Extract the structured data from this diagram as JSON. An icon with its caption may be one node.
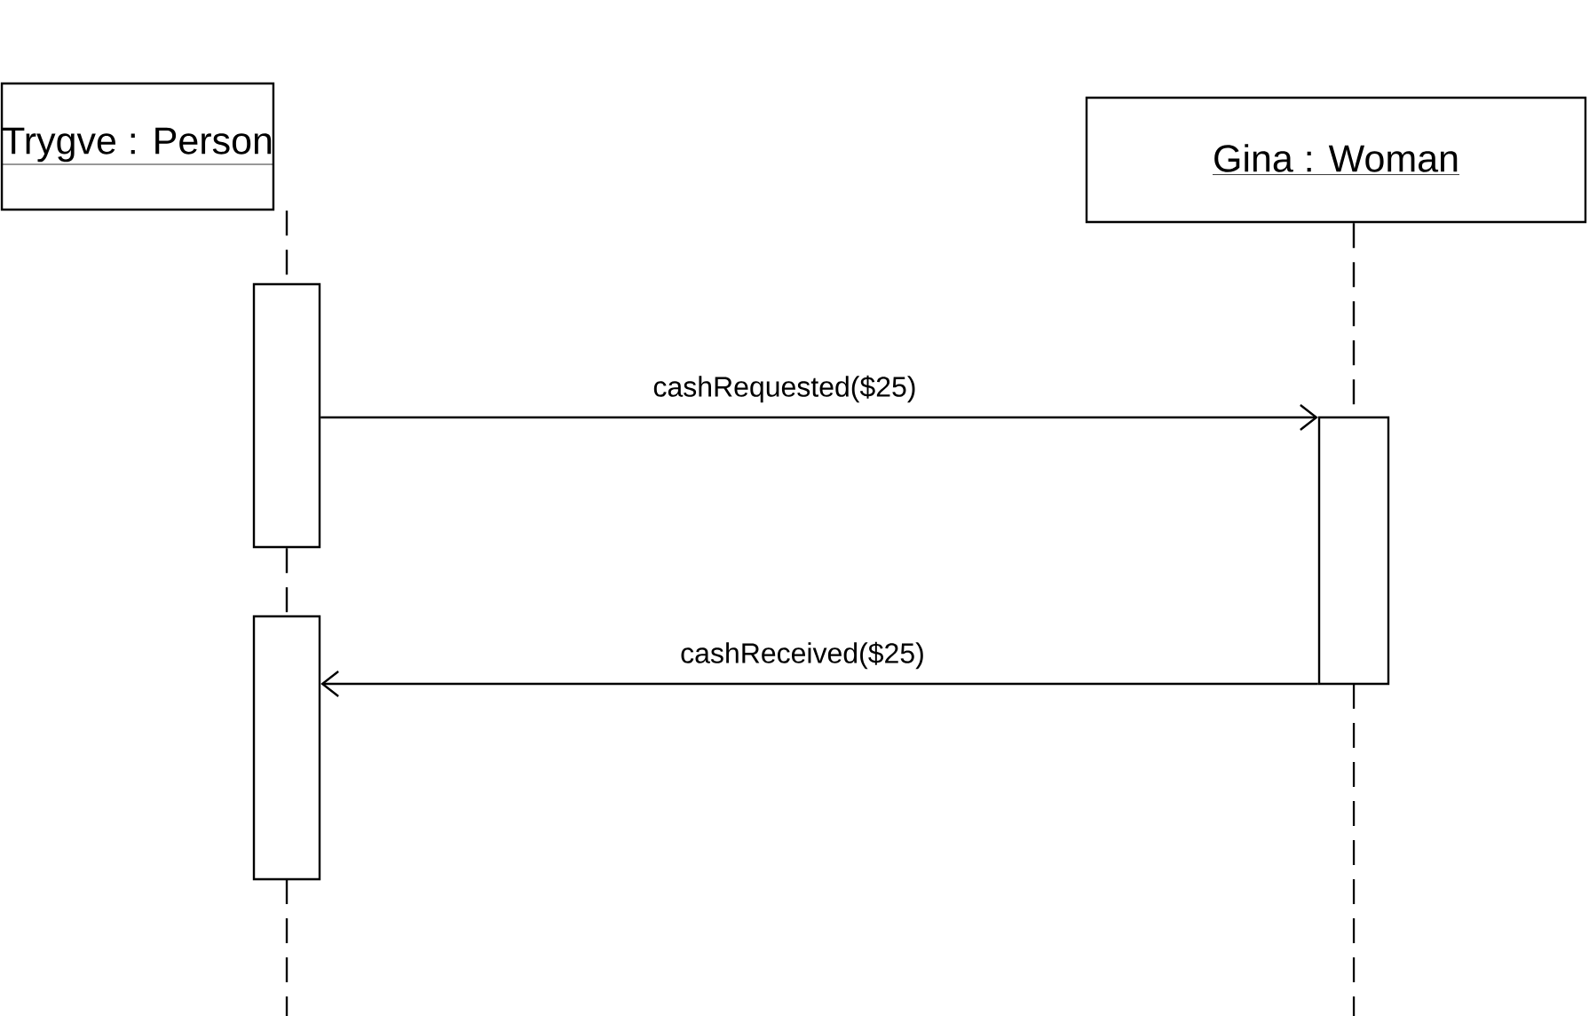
{
  "diagram": {
    "nodes": [
      {
        "text": [
          "Trygve : Person"
        ]
      },
      {
        "text": [
          "Gina : Woman"
        ]
      },
      {
        "text": [],
        "shape": "bar"
      },
      {
        "text": [],
        "shape": "bar"
      },
      {
        "text": [],
        "shape": "bar"
      }
    ],
    "edges": [
      {
        "from": 0,
        "to": 2,
        "arrow": "none",
        "style": "dashed"
      },
      {
        "from": 2,
        "to": 4,
        "arrow": "none",
        "style": "dashed"
      },
      {
        "from": 1,
        "to": 3,
        "arrow": "none",
        "style": "dashed"
      },
      {
        "from": 2,
        "to": 3,
        "arrow": "to",
        "label": "cashRequested($25)"
      },
      {
        "from": 3,
        "to": 4,
        "arrow": "to",
        "label": "cashReceived($25)"
      }
    ]
  }
}
